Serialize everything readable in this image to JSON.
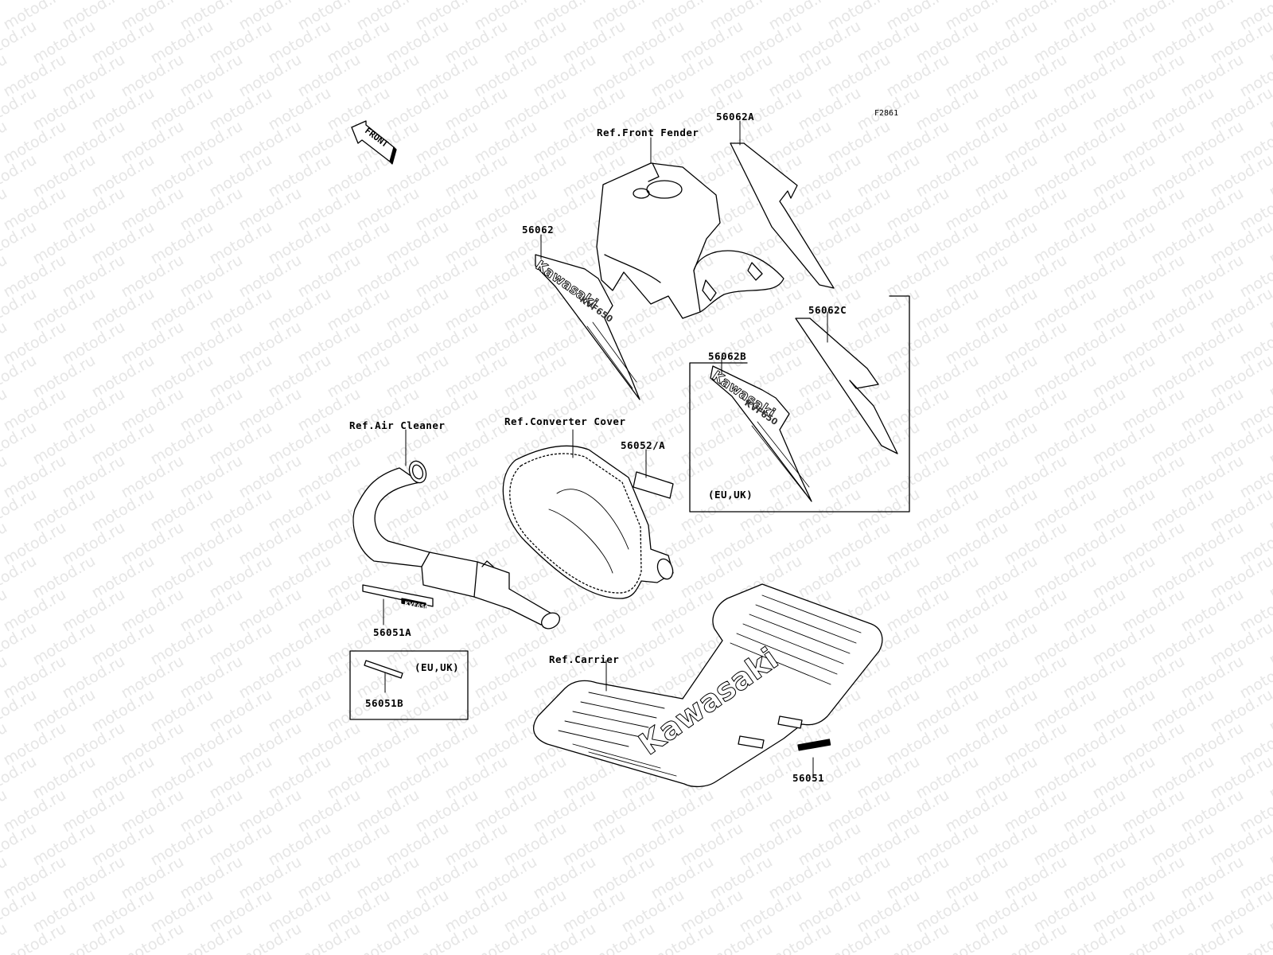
{
  "watermark": "motod.ru",
  "diagram_code": "F2861",
  "front_arrow": "FRONT",
  "callouts": {
    "front_fender_ref": "Ref.Front Fender",
    "part_56062a": "56062A",
    "part_56062": "56062",
    "part_56062c": "56062C",
    "part_56062b": "56062B",
    "eu_uk_upper": "(EU,UK)",
    "air_cleaner_ref": "Ref.Air Cleaner",
    "converter_cover_ref": "Ref.Converter Cover",
    "part_56052a": "56052/A",
    "part_56051a": "56051A",
    "eu_uk_lower": "(EU,UK)",
    "part_56051b": "56051B",
    "carrier_ref": "Ref.Carrier",
    "part_56051": "56051"
  },
  "brand_text": "Kawasaki",
  "model_text": "KVF650",
  "colors": {
    "line": "#000000",
    "watermark": "#e6e6e6",
    "background": "#ffffff"
  }
}
